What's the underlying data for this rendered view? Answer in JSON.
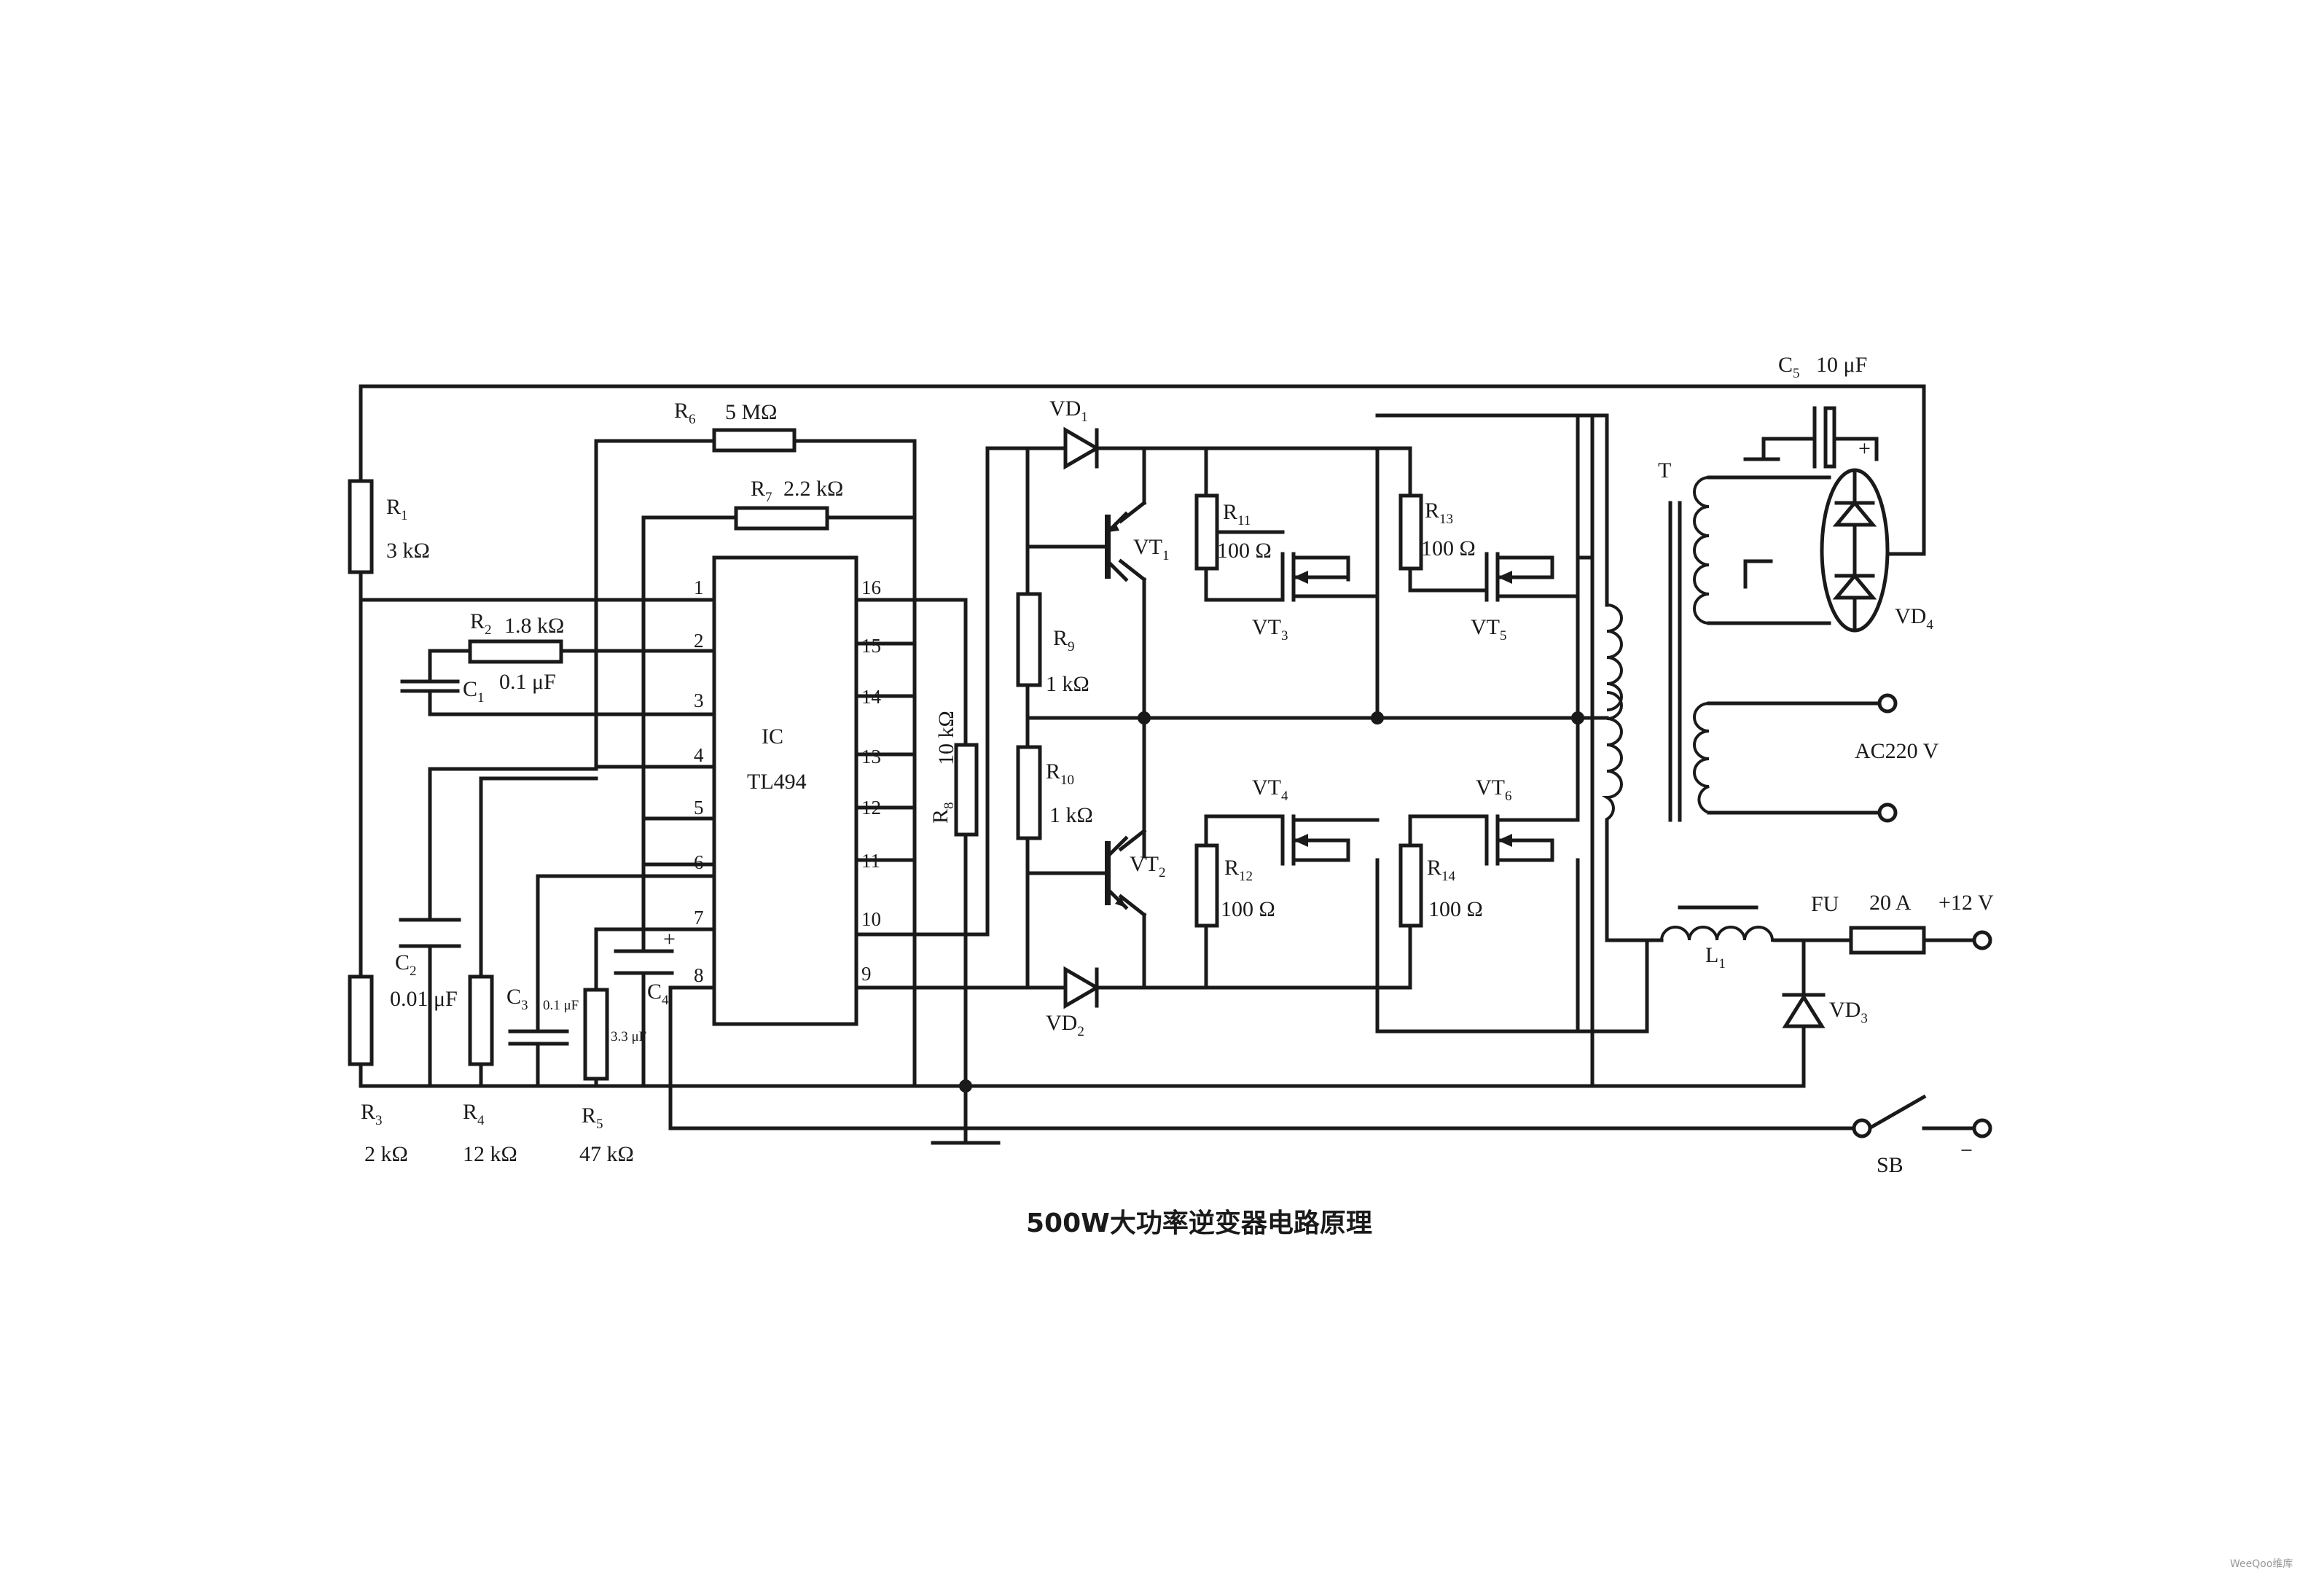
{
  "caption": "500W大功率逆变器电路原理",
  "ic": {
    "designator": "IC",
    "part": "TL494",
    "pins_left": [
      "1",
      "2",
      "3",
      "4",
      "5",
      "6",
      "7",
      "8"
    ],
    "pins_right": [
      "16",
      "15",
      "14",
      "13",
      "12",
      "11",
      "10",
      "9"
    ]
  },
  "resistors": {
    "r1": {
      "ref": "R",
      "sub": "1",
      "value": "3 kΩ"
    },
    "r2": {
      "ref": "R",
      "sub": "2",
      "value": "1.8 kΩ"
    },
    "r3": {
      "ref": "R",
      "sub": "3",
      "value": "2 kΩ"
    },
    "r4": {
      "ref": "R",
      "sub": "4",
      "value": "12 kΩ"
    },
    "r5": {
      "ref": "R",
      "sub": "5",
      "value": "47 kΩ"
    },
    "r6": {
      "ref": "R",
      "sub": "6",
      "value": "5 MΩ"
    },
    "r7": {
      "ref": "R",
      "sub": "7",
      "value": "2.2 kΩ"
    },
    "r8": {
      "ref": "R",
      "sub": "8",
      "value": "10 kΩ"
    },
    "r9": {
      "ref": "R",
      "sub": "9",
      "value": "1 kΩ"
    },
    "r10": {
      "ref": "R",
      "sub": "10",
      "value": "1 kΩ"
    },
    "r11": {
      "ref": "R",
      "sub": "11",
      "value": "100 Ω"
    },
    "r12": {
      "ref": "R",
      "sub": "12",
      "value": "100 Ω"
    },
    "r13": {
      "ref": "R",
      "sub": "13",
      "value": "100 Ω"
    },
    "r14": {
      "ref": "R",
      "sub": "14",
      "value": "100 Ω"
    }
  },
  "capacitors": {
    "c1": {
      "ref": "C",
      "sub": "1",
      "value": "0.1 μF"
    },
    "c2": {
      "ref": "C",
      "sub": "2",
      "value": "0.01 μF"
    },
    "c3": {
      "ref": "C",
      "sub": "3",
      "value": "0.1 μF"
    },
    "c4": {
      "ref": "C",
      "sub": "4",
      "value": "3.3 μF"
    },
    "c5": {
      "ref": "C",
      "sub": "5",
      "value": "10 μF"
    }
  },
  "transistors": {
    "vt1": {
      "ref": "VT",
      "sub": "1"
    },
    "vt2": {
      "ref": "VT",
      "sub": "2"
    },
    "vt3": {
      "ref": "VT",
      "sub": "3"
    },
    "vt4": {
      "ref": "VT",
      "sub": "4"
    },
    "vt5": {
      "ref": "VT",
      "sub": "5"
    },
    "vt6": {
      "ref": "VT",
      "sub": "6"
    }
  },
  "diodes": {
    "vd1": {
      "ref": "VD",
      "sub": "1"
    },
    "vd2": {
      "ref": "VD",
      "sub": "2"
    },
    "vd3": {
      "ref": "VD",
      "sub": "3"
    },
    "vd4": {
      "ref": "VD",
      "sub": "4"
    }
  },
  "transformer": {
    "ref": "T"
  },
  "inductor": {
    "ref": "L",
    "sub": "1"
  },
  "fuse": {
    "ref": "FU",
    "value": "20 A"
  },
  "supply": {
    "positive": "+12 V",
    "negative": "−"
  },
  "output": {
    "label": "AC220 V"
  },
  "switch": {
    "ref": "SB"
  },
  "cap_polarity": "+",
  "watermark": "WeeQoo维库"
}
